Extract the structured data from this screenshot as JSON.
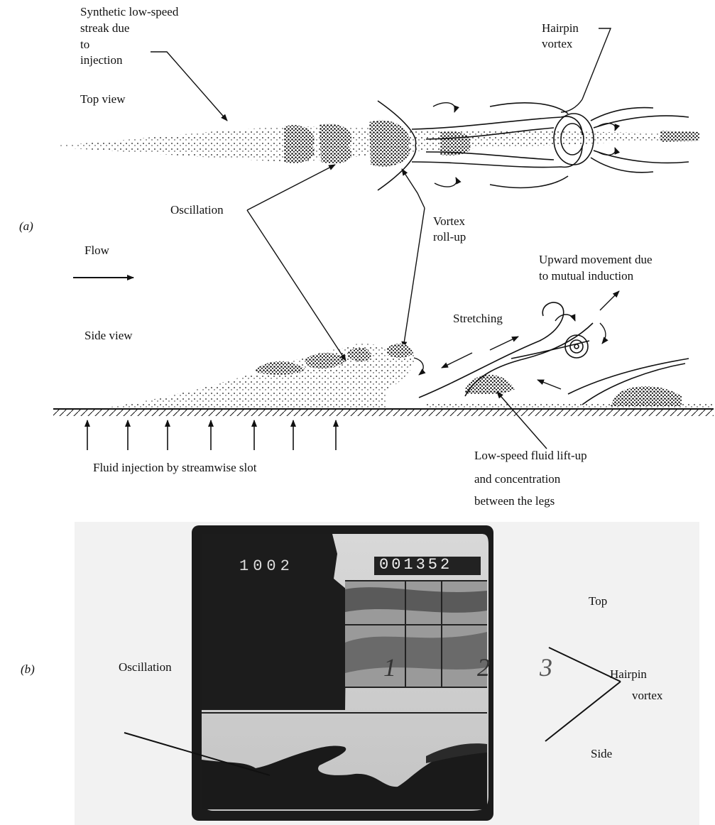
{
  "panel_a": {
    "tag": "(a)",
    "streak_label": [
      "Synthetic low-speed",
      "streak due",
      "to",
      "injection"
    ],
    "top_view": "Top view",
    "hairpin_label": [
      "Hairpin",
      "vortex"
    ],
    "oscillation": "Oscillation",
    "rollup_label": [
      "Vortex",
      "roll-up"
    ],
    "flow": "Flow",
    "upward_label": [
      "Upward movement due",
      "to mutual induction"
    ],
    "stretching": "Stretching",
    "side_view": "Side view",
    "injection_label": "Fluid injection by streamwise slot",
    "liftup_label": [
      "Low-speed fluid lift-up",
      "and concentration",
      "between the legs"
    ]
  },
  "panel_b": {
    "tag": "(b)",
    "oscillation": "Oscillation",
    "top": "Top",
    "hairpin_label": [
      "Hairpin",
      "vortex"
    ],
    "side": "Side",
    "counter_left": "1002",
    "counter_right": "001352",
    "frame_numbers": [
      "1",
      "2",
      "3"
    ]
  },
  "colors": {
    "ink": "#111111",
    "screen_bg": "#1b1b1b",
    "screen_light": "#e4e4e4",
    "page_bg": "#ffffff"
  }
}
